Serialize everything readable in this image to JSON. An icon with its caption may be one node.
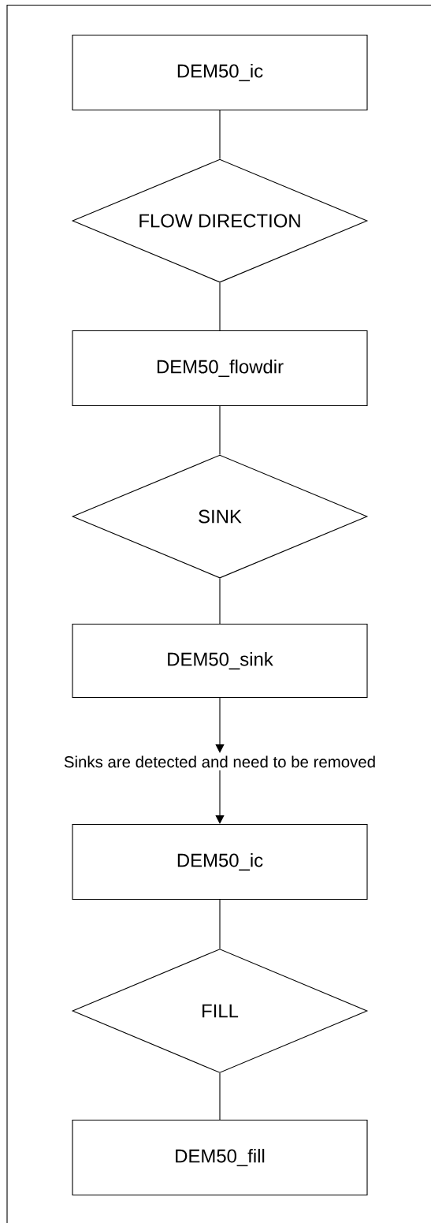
{
  "diagram": {
    "nodes": [
      {
        "text": [
          "DEM50_ic"
        ]
      },
      {
        "text": [
          "FLOW DIRECTION"
        ]
      },
      {
        "text": [
          "DEM50_flowdir"
        ]
      },
      {
        "text": [
          "SINK"
        ]
      },
      {
        "text": [
          "DEM50_sink"
        ]
      },
      {
        "text": [
          "Sinks are detected and need to be removed"
        ]
      },
      {
        "text": [
          "DEM50_ic"
        ]
      },
      {
        "text": [
          "FILL"
        ]
      },
      {
        "text": [
          "DEM50_fill"
        ]
      }
    ],
    "edges": [
      {
        "from": 0,
        "to": 1,
        "arrow": "none"
      },
      {
        "from": 1,
        "to": 2,
        "arrow": "none"
      },
      {
        "from": 2,
        "to": 3,
        "arrow": "none"
      },
      {
        "from": 3,
        "to": 4,
        "arrow": "none"
      },
      {
        "from": 4,
        "to": 5,
        "arrow": "to"
      },
      {
        "from": 5,
        "to": 6,
        "arrow": "to"
      },
      {
        "from": 6,
        "to": 7,
        "arrow": "none"
      },
      {
        "from": 7,
        "to": 8,
        "arrow": "none"
      }
    ]
  }
}
